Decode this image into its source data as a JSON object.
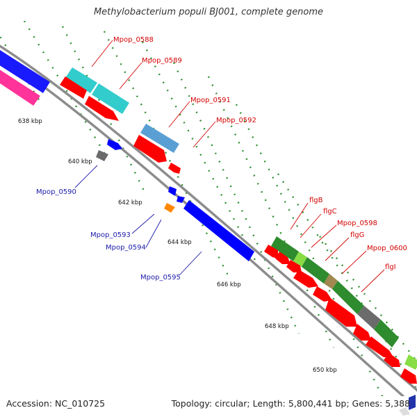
{
  "title": "Methylobacterium populi BJ001, complete genome",
  "footer": {
    "accession": "Accession: NC_010725",
    "summary": "Topology: circular; Length: 5,800,441 bp; Genes: 5,388"
  },
  "ticks": [
    "638 kbp",
    "640 kbp",
    "642 kbp",
    "644 kbp",
    "646 kbp",
    "648 kbp",
    "650 kbp"
  ],
  "labels": {
    "mpop0588": "Mpop_0588",
    "mpop0589": "Mpop_0589",
    "mpop0591": "Mpop_0591",
    "mpop0592": "Mpop_0592",
    "flgB": "flgB",
    "flgC": "flgC",
    "mpop0598": "Mpop_0598",
    "flgG": "flgG",
    "mpop0600": "Mpop_0600",
    "flgI": "flgI",
    "mpop0590": "Mpop_0590",
    "mpop0593": "Mpop_0593",
    "mpop0594": "Mpop_0594",
    "mpop0595": "Mpop_0595"
  },
  "colors": {
    "backbone": "#8c8c8c",
    "gene_forward": "#ff0000",
    "gene_reverse": "#0000ff",
    "cog_cyan": "#33cccc",
    "cog_lightblue": "#5a9fd4",
    "cog_gray": "#6b6b6b",
    "cog_green": "#2e8b2e",
    "cog_pink": "#ff3399",
    "cog_orange": "#ff8800",
    "tick_green": "#2f8f2f"
  }
}
